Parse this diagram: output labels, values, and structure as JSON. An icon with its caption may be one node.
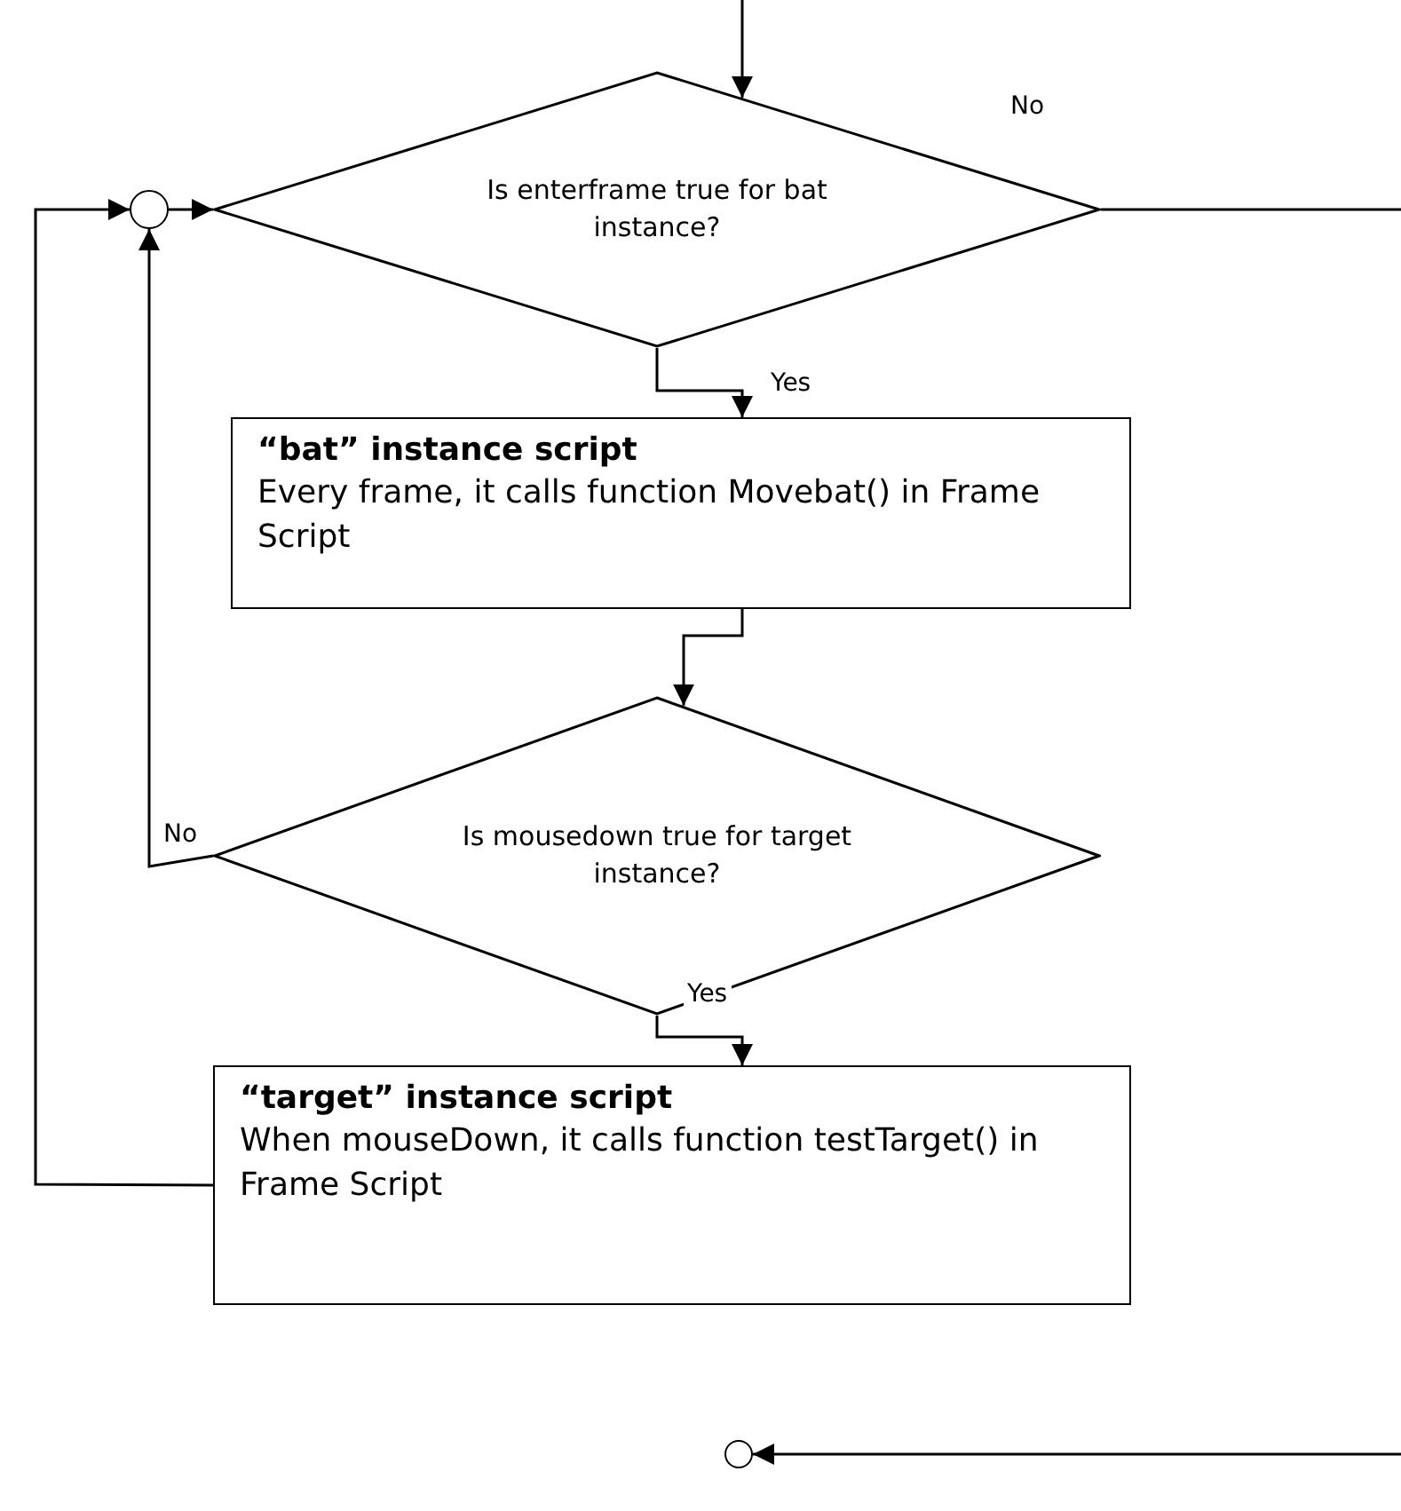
{
  "diagram": {
    "nodes": [
      {
        "text": [],
        "shape": "circle"
      },
      {
        "text": [
          "Is enterframe true for bat instance?"
        ]
      },
      {
        "text": [
          "“bat” instance script",
          "Every frame, it calls function Movebat() in Frame Script"
        ]
      },
      {
        "text": [
          "Is mousedown true for target instance?"
        ]
      },
      {
        "text": [
          "“target” instance script",
          "When mouseDown, it calls function testTarget() in Frame Script"
        ]
      },
      {
        "text": [],
        "shape": "circle"
      }
    ],
    "edges": [
      {
        "from": null,
        "to": 1,
        "arrow": "to"
      },
      {
        "from": 0,
        "to": 1,
        "arrow": "to"
      },
      {
        "from": 1,
        "to": 2,
        "arrow": "to",
        "label": "Yes"
      },
      {
        "from": 1,
        "to": null,
        "arrow": "none",
        "label": "No"
      },
      {
        "from": 2,
        "to": 3,
        "arrow": "to"
      },
      {
        "from": 3,
        "to": 0,
        "arrow": "to",
        "label": "No"
      },
      {
        "from": 3,
        "to": 4,
        "arrow": "to",
        "label": "Yes"
      },
      {
        "from": 4,
        "to": 0,
        "arrow": "to"
      },
      {
        "from": null,
        "to": 5,
        "arrow": "to"
      }
    ]
  }
}
